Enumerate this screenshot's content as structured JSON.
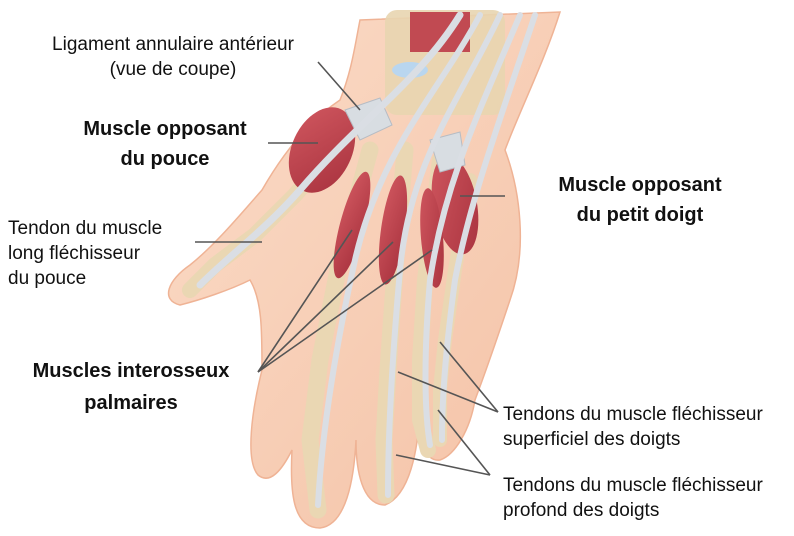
{
  "labels": {
    "ligament": {
      "line1": "Ligament annulaire antérieur",
      "line2": "(vue de coupe)"
    },
    "opposant_pouce": {
      "line1": "Muscle opposant",
      "line2": "du pouce"
    },
    "opposant_petit_doigt": {
      "line1": "Muscle opposant",
      "line2": "du petit doigt"
    },
    "tendon_long_flechisseur": {
      "line1": "Tendon du muscle",
      "line2": "long fléchisseur",
      "line3": "du pouce"
    },
    "interosseux": {
      "line1": "Muscles interosseux",
      "line2": "palmaires"
    },
    "flechisseur_superficiel": {
      "line1": "Tendons du muscle fléchisseur",
      "line2": "superficiel des doigts"
    },
    "flechisseur_profond": {
      "line1": "Tendons du muscle fléchisseur",
      "line2": "profond des doigts"
    }
  },
  "colors": {
    "skin": "#f7cfb6",
    "bone": "#ecd9b8",
    "muscle": "#c0444f",
    "tendon": "#d9dde3",
    "leader": "#555555"
  }
}
